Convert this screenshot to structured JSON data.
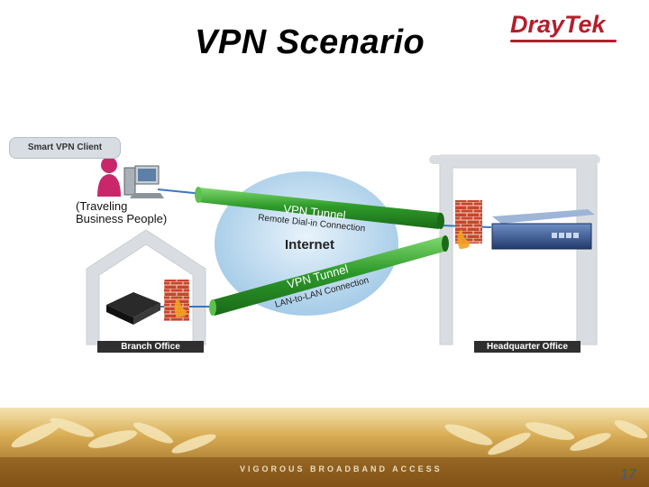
{
  "header": {
    "title": "VPN Scenario",
    "logo_text_a": "Dray",
    "logo_text_b": "Tek"
  },
  "diagram": {
    "smart_vpn_client_label": "Smart VPN Client",
    "traveler_line1": "(Traveling",
    "traveler_line2": "Business People)",
    "internet_label": "Internet",
    "tunnel_top_line1": "VPN Tunnel",
    "tunnel_top_line2": "Remote Dial-in Connection",
    "tunnel_bottom_line1": "VPN Tunnel",
    "tunnel_bottom_line2": "LAN-to-LAN Connection",
    "branch_office_label": "Branch Office",
    "headquarter_office_label": "Headquarter Office"
  },
  "footer": {
    "tagline": "VIGOROUS BROADBAND ACCESS",
    "page_number": "17"
  },
  "colors": {
    "tunnel_green": "#2e9a2a",
    "cloud_blue": "#bcd9ee",
    "brick_red": "#c8452c",
    "logo_red": "#b41e2d",
    "footer_gold": "#b8862e"
  }
}
